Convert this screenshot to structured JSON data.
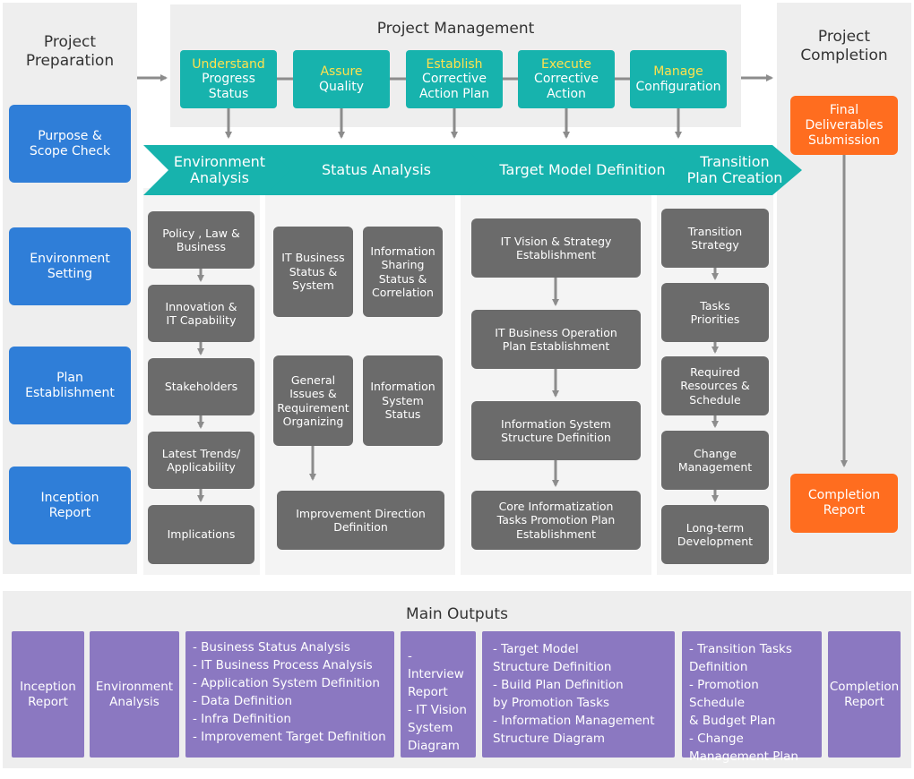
{
  "preparation": {
    "title": "Project\nPreparation",
    "items": [
      "Purpose &\nScope Check",
      "Environment\nSetting",
      "Plan\nEstablishment",
      "Inception\nReport"
    ]
  },
  "management": {
    "title": "Project Management",
    "items": [
      {
        "highlight": "Understand",
        "rest": "Progress Status"
      },
      {
        "highlight": "Assure",
        "rest": "Quality"
      },
      {
        "highlight": "Establish",
        "rest": "Corrective\nAction Plan"
      },
      {
        "highlight": "Execute",
        "rest": "Corrective\nAction"
      },
      {
        "highlight": "Manage",
        "rest": "Configuration"
      }
    ]
  },
  "completion": {
    "title": "Project\nCompletion",
    "final": "Final\nDeliverables\nSubmission",
    "report": "Completion\nReport"
  },
  "phases": [
    "Environment\nAnalysis",
    "Status Analysis",
    "Target Model Definition",
    "Transition\nPlan Creation"
  ],
  "environment_analysis": [
    "Policy , Law &\nBusiness",
    "Innovation &\nIT Capability",
    "Stakeholders",
    "Latest Trends/\nApplicability",
    "Implications"
  ],
  "status_analysis": {
    "it_business": "IT Business\nStatus &\nSystem",
    "info_sharing": "Information\nSharing\nStatus &\nCorrelation",
    "general_issues": "General\nIssues &\nRequirement\nOrganizing",
    "info_system": "Information\nSystem\nStatus",
    "improvement": "Improvement Direction\nDefinition"
  },
  "target_model": [
    "IT Vision & Strategy\nEstablishment",
    "IT Business Operation\nPlan Establishment",
    "Information System\nStructure Definition",
    "Core Informatization\nTasks Promotion Plan\nEstablishment"
  ],
  "transition_plan": [
    "Transition\nStrategy",
    "Tasks\nPriorities",
    "Required\nResources &\nSchedule",
    "Change\nManagement",
    "Long-term\nDevelopment"
  ],
  "outputs": {
    "title": "Main Outputs",
    "inception": "Inception\nReport",
    "environment": "Environment\nAnalysis",
    "status_list": [
      "- Business Status Analysis",
      "- IT Business Process Analysis",
      "- Application System Definition",
      "- Data Definition",
      "- Infra Definition",
      "- Improvement Target Definition"
    ],
    "interview_list": [
      "- Interview\n  Report",
      "- IT Vision\n  System\n  Diagram"
    ],
    "target_list": [
      "-  Target Model\n   Structure Definition",
      "-  Build Plan Definition\n   by Promotion Tasks",
      "-  Information Management\n   Structure Diagram"
    ],
    "transition_list": [
      "- Transition Tasks\n  Definition",
      "- Promotion Schedule\n  & Budget Plan",
      "- Change\n  Management Plan"
    ],
    "completion": "Completion\nReport"
  },
  "colors": {
    "blue": "#2f7ed8",
    "teal": "#17b3ad",
    "highlight": "#ffe14d",
    "gray": "#6b6b6b",
    "orange": "#ff6d1f",
    "purple": "#8b78c1",
    "arrow": "#8c8c8c"
  }
}
